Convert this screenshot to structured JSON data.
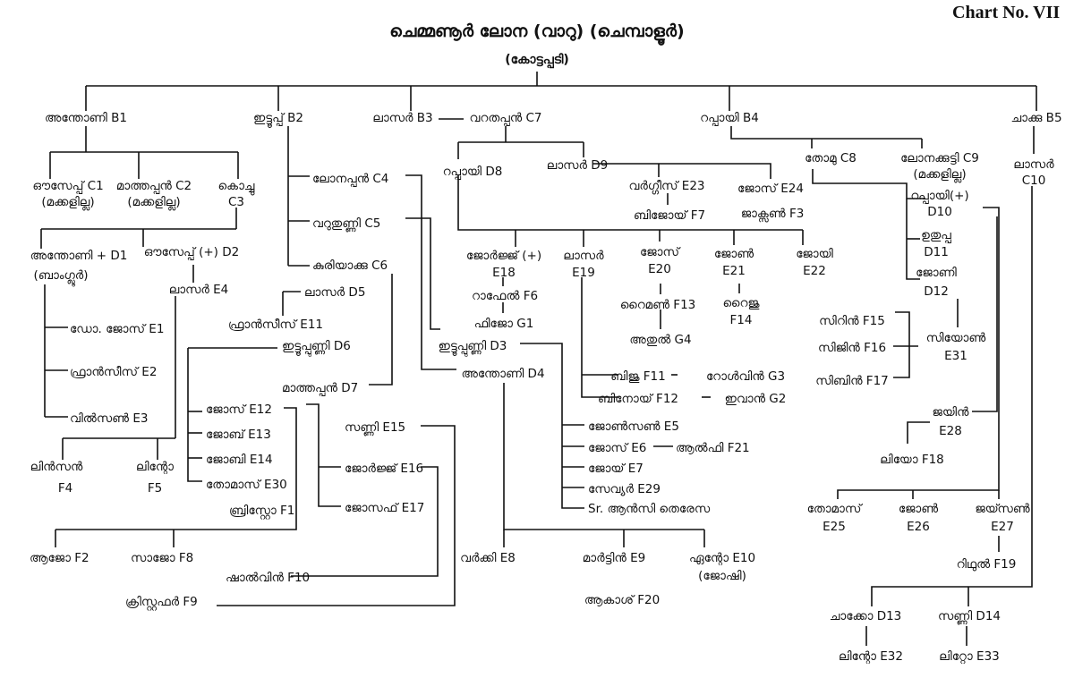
{
  "chart_no": "Chart No. VII",
  "title": "ചെമ്മണൂർ ലോന (വാറു) (ചെമ്പാളൂർ)",
  "subtitle": "(കോട്ടപ്പടി)",
  "n": {
    "b1": "അന്തോണി B1",
    "b2": "ഇട്ടൂപ്പ് B2",
    "b3": "ലാസർ B3",
    "c7": "വറതപ്പൻ C7",
    "b4": "റപ്പായി B4",
    "b5": "ചാക്കു B5",
    "c1": "ഔസേപ്പ് C1",
    "c1n": "(മക്കളില്ല)",
    "c2": "മാത്തപ്പൻ C2",
    "c2n": "(മക്കളില്ല)",
    "c3a": "കൊച്ചു",
    "c3b": "C3",
    "d1": "അന്തോണി + D1",
    "d1n": "(ബാംഗ്ലൂർ)",
    "d2": "ഔസേപ്പ് (+) D2",
    "e4": "ലാസർ E4",
    "e1": "ഡോ. ജോസ് E1",
    "e2": "ഫ്രാൻസീസ് E2",
    "e3": "വിൽസൺ E3",
    "f4a": "ലിൻസൻ",
    "f4b": "F4",
    "f5a": "ലിന്റോ",
    "f5b": "F5",
    "c4": "ലോനപ്പൻ C4",
    "c5": "വറുതുണ്ണി C5",
    "c6": "കുരിയാക്കു C6",
    "d5": "ലാസർ D5",
    "e11": "ഫ്രാൻസീസ് E11",
    "d6": "ഇട്ടൂപ്പുണ്ണി D6",
    "d7": "മാത്തപ്പൻ D7",
    "e12": "ജോസ് E12",
    "e13": "ജോബ് E13",
    "e14": "ജോബി E14",
    "e30": "തോമാസ് E30",
    "f1": "ബ്രിസ്റ്റോ F1",
    "e15": "സണ്ണി E15",
    "e16": "ജോർജ്ജ് E16",
    "e17": "ജോസഫ് E17",
    "f2": "ആജോ F2",
    "f8": "സാജോ F8",
    "f10": "ഷാൽവിൻ F10",
    "f9": "ക്രിസ്റ്റഫർ F9",
    "d8": "റപ്പായി D8",
    "d9": "ലാസർ D9",
    "e23": "വർഗ്ഗീസ് E23",
    "f7": "ബിജോയ് F7",
    "e24": "ജോസ് E24",
    "f3": "ജാക്സൺ F3",
    "e18a": "ജോർജ്ജ് (+)",
    "e18b": "E18",
    "f6": "റാഫേൽ F6",
    "g1": "ഫിജോ G1",
    "e19a": "ലാസർ",
    "e19b": "E19",
    "e20a": "ജോസ്",
    "e20b": "E20",
    "e21a": "ജോൺ",
    "e21b": "E21",
    "e22a": "ജോയി",
    "e22b": "E22",
    "f13": "റൈമൺ F13",
    "g4": "അതുൽ G4",
    "f14a": "റൈജു",
    "f14b": "F14",
    "d3": "ഇട്ടൂപ്പുണ്ണി D3",
    "d4": "അന്തോണി D4",
    "f11": "ബിജു F11",
    "g3": "റോൾവിൻ G3",
    "f12": "ബിനോയ് F12",
    "g2": "ഇവാൻ G2",
    "e5": "ജോൺസൺ E5",
    "e6": "ജോസ് E6",
    "f21": "ആൽഫി F21",
    "e7": "ജോയ് E7",
    "e29": "സേവ്യർ E29",
    "sr": "Sr. ആൻസി തെരേസ",
    "e8": "വർക്കി E8",
    "e9": "മാർട്ടിൻ E9",
    "e10": "ഏന്റോ E10",
    "e10n": "(ജോഷി)",
    "f20": "ആകാശ് F20",
    "c8": "തോമു C8",
    "c9": "ലോനക്കുട്ടി C9",
    "c9n": "(മക്കളില്ല)",
    "d10a": "റപ്പായി(+)",
    "d10b": "D10",
    "d11a": "ഉതുപ്പ",
    "d11b": "D11",
    "d12a": "ജോണി",
    "d12b": "D12",
    "f15": "സിറിൻ F15",
    "f16": "സിജിൻ F16",
    "f17": "സിബിൻ F17",
    "e31a": "സിയോൺ",
    "e31b": "E31",
    "e28a": "ജയിൻ",
    "e28b": "E28",
    "f18": "ലിയോ F18",
    "e25a": "തോമാസ്",
    "e25b": "E25",
    "e26a": "ജോൺ",
    "e26b": "E26",
    "e27a": "ജയ്സൺ",
    "e27b": "E27",
    "f19": "റിഥുൽ F19",
    "c10a": "ലാസർ",
    "c10b": "C10",
    "d13": "ചാക്കോ D13",
    "d14": "സണ്ണി D14",
    "e32": "ലിന്റോ E32",
    "e33": "ലിറ്റോ E33"
  }
}
